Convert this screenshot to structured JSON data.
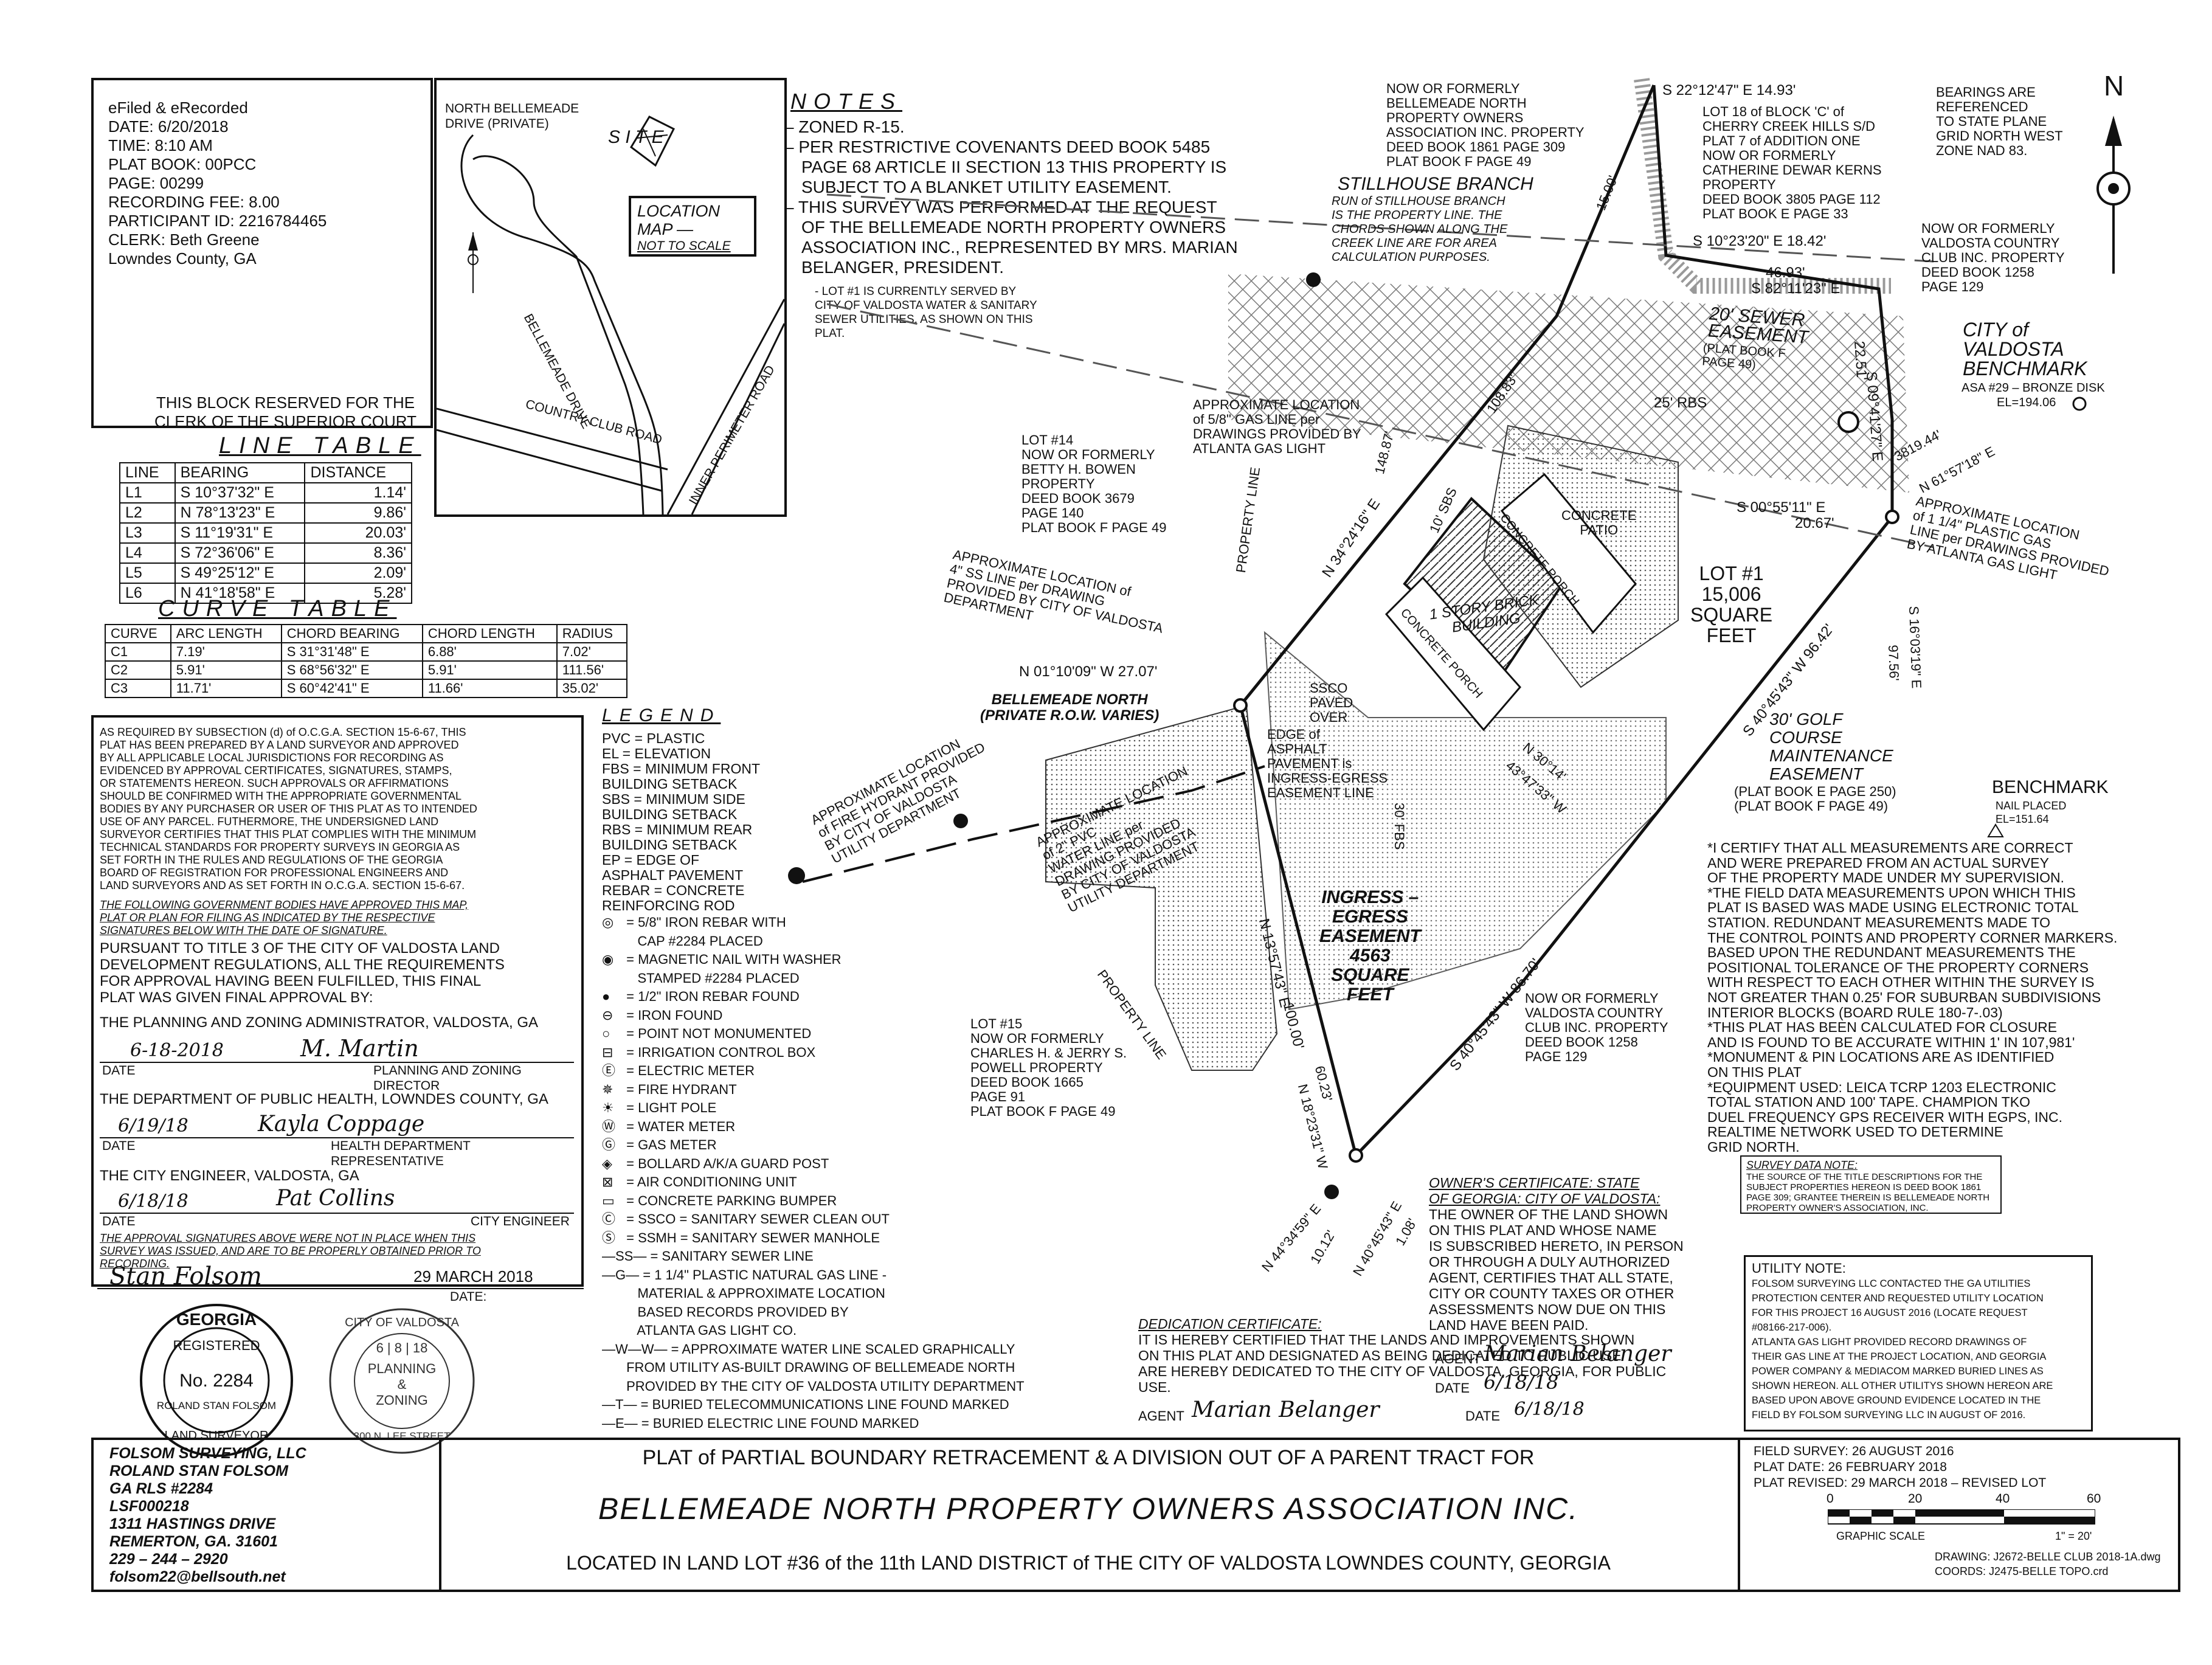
{
  "recording": {
    "lines": [
      "eFiled & eRecorded",
      "DATE: 6/20/2018",
      "TIME: 8:10 AM",
      "PLAT BOOK: 00PCC",
      "PAGE: 00299",
      "RECORDING FEE: 8.00",
      "PARTICIPANT ID: 2216784465",
      "CLERK: Beth Greene",
      "Lowndes County, GA"
    ],
    "reserved_note": [
      "THIS BLOCK RESERVED FOR THE",
      "CLERK OF THE SUPERIOR COURT"
    ]
  },
  "location_map": {
    "north_bellemeade": [
      "NORTH BELLEMEADE",
      "DRIVE (PRIVATE)"
    ],
    "site_label": "S I T E",
    "title": [
      "LOCATION",
      "MAP —"
    ],
    "not_to_scale": "NOT TO SCALE",
    "bellemeade_drive": "BELLEMEADE DRIVE",
    "country_club_road": "COUNTRY CLUB ROAD",
    "inner_perimeter_road": "INNER PERIMETER ROAD"
  },
  "line_table": {
    "title": "LINE TABLE",
    "headers": [
      "LINE",
      "BEARING",
      "DISTANCE"
    ],
    "rows": [
      [
        "L1",
        "S 10°37'32\" E",
        "1.14'"
      ],
      [
        "L2",
        "N 78°13'23\" E",
        "9.86'"
      ],
      [
        "L3",
        "S 11°19'31\" E",
        "20.03'"
      ],
      [
        "L4",
        "S 72°36'06\" E",
        "8.36'"
      ],
      [
        "L5",
        "S 49°25'12\" E",
        "2.09'"
      ],
      [
        "L6",
        "N 41°18'58\" E",
        "5.28'"
      ]
    ]
  },
  "curve_table": {
    "title": "CURVE TABLE",
    "headers": [
      "CURVE",
      "ARC LENGTH",
      "CHORD BEARING",
      "CHORD LENGTH",
      "RADIUS"
    ],
    "rows": [
      [
        "C1",
        "7.19'",
        "S 31°31'48\" E",
        "6.88'",
        "7.02'"
      ],
      [
        "C2",
        "5.91'",
        "S 68°56'32\" E",
        "5.91'",
        "111.56'"
      ],
      [
        "C3",
        "11.71'",
        "S 60°42'41\" E",
        "11.66'",
        "35.02'"
      ]
    ]
  },
  "certification": {
    "statement": [
      "AS REQUIRED BY SUBSECTION (d) of O.C.G.A. SECTION 15-6-67, THIS",
      "PLAT HAS BEEN PREPARED BY A LAND SURVEYOR AND APPROVED",
      "BY ALL APPLICABLE LOCAL JURISDICTIONS FOR RECORDING AS",
      "EVIDENCED BY APPROVAL CERTIFICATES, SIGNATURES, STAMPS,",
      "OR STATEMENTS HEREON. SUCH APPROVALS OR AFFIRMATIONS",
      "SHOULD BE CONFIRMED WITH THE APPROPRIATE GOVERNMENTAL",
      "BODIES BY ANY PURCHASER OR USER OF THIS PLAT AS TO INTENDED",
      "USE OF ANY PARCEL. FUTHERMORE, THE UNDERSIGNED LAND",
      "SURVEYOR CERTIFIES THAT THIS PLAT COMPLIES WITH THE MINIMUM",
      "TECHNICAL STANDARDS FOR PROPERTY SURVEYS IN GEORGIA AS",
      "SET FORTH IN THE RULES AND REGULATIONS OF THE GEORGIA",
      "BOARD OF REGISTRATION FOR PROFESSIONAL ENGINEERS AND",
      "LAND SURVEYORS AND AS SET FORTH IN O.C.G.A. SECTION 15-6-67."
    ],
    "bodies_note": [
      "THE FOLLOWING GOVERNMENT BODIES HAVE APPROVED THIS MAP,",
      "PLAT OR PLAN FOR FILING AS INDICATED BY THE RESPECTIVE",
      "SIGNATURES BELOW WITH THE DATE OF SIGNATURE."
    ],
    "pursuant": [
      "PURSUANT TO TITLE 3 OF THE CITY OF VALDOSTA LAND",
      "DEVELOPMENT REGULATIONS, ALL THE REQUIREMENTS",
      "FOR APPROVAL HAVING BEEN FULFILLED, THIS FINAL",
      "PLAT WAS GIVEN FINAL APPROVAL BY:"
    ],
    "planning_admin": "THE PLANNING AND ZONING ADMINISTRATOR, VALDOSTA, GA",
    "planning_date": "6-18-2018",
    "planning_sig": "M. Martin",
    "date_label": "DATE",
    "planning_title": "PLANNING AND ZONING DIRECTOR",
    "health_dept": "THE DEPARTMENT OF PUBLIC HEALTH, LOWNDES COUNTY, GA",
    "health_date": "6/19/18",
    "health_sig": "Kayla Coppage",
    "health_title": "HEALTH DEPARTMENT REPRESENTATIVE",
    "city_engineer": "THE CITY ENGINEER, VALDOSTA, GA",
    "engineer_date": "6/18/18",
    "engineer_sig": "Pat Collins",
    "engineer_title": "CITY ENGINEER",
    "not_in_place": [
      "THE APPROVAL SIGNATURES ABOVE WERE NOT IN PLACE WHEN THIS",
      "SURVEY WAS ISSUED, AND ARE TO BE PROPERLY OBTAINED PRIOR TO",
      "RECORDING."
    ],
    "surveyor_sig": "Stan Folsom",
    "surveyor_date": "29 MARCH 2018",
    "surveyor_date_label": "DATE:"
  },
  "seals": {
    "georgia": {
      "top": "GEORGIA",
      "mid": "REGISTERED",
      "no": "No. 2284",
      "ring": "ROLAND STAN FOLSOM",
      "bottom": "LAND SURVEYOR"
    },
    "valdosta": {
      "top": "CITY OF VALDOSTA",
      "date": "6 | 8 | 18",
      "mid1": "PLANNING",
      "mid2": "&",
      "mid3": "ZONING",
      "bottom": "300 N. LEE STREET"
    }
  },
  "notes": {
    "title": "NOTES",
    "items": [
      [
        "– ZONED R-15."
      ],
      [
        "– PER RESTRICTIVE COVENANTS DEED BOOK 5485",
        "PAGE 68 ARTICLE II SECTION 13 THIS PROPERTY IS",
        "SUBJECT TO A BLANKET UTILITY EASEMENT."
      ],
      [
        "– THIS SURVEY WAS PERFORMED AT THE REQUEST",
        "OF THE BELLEMEADE NORTH PROPERTY OWNERS",
        "ASSOCIATION INC., REPRESENTED BY MRS. MARIAN",
        "BELANGER, PRESIDENT."
      ]
    ],
    "lot_note": [
      "- LOT #1 IS CURRENTLY SERVED BY",
      "CITY OF VALDOSTA WATER & SANITARY",
      "SEWER UTILITIES, AS SHOWN ON THIS",
      "PLAT."
    ]
  },
  "legend": {
    "title": "LEGEND",
    "items": [
      "PVC = PLASTIC",
      "EL = ELEVATION",
      "FBS = MINIMUM FRONT",
      "          BUILDING SETBACK",
      "SBS = MINIMUM SIDE",
      "          BUILDING SETBACK",
      "RBS = MINIMUM REAR",
      "          BUILDING SETBACK",
      "EP = EDGE OF",
      "     ASPHALT PAVEMENT",
      "REBAR = CONCRETE",
      "     REINFORCING ROD"
    ],
    "symbols": [
      [
        "◎",
        "= 5/8\" IRON REBAR WITH"
      ],
      [
        "",
        "   CAP #2284 PLACED"
      ],
      [
        "◉",
        "= MAGNETIC NAIL WITH WASHER"
      ],
      [
        "",
        "   STAMPED #2284 PLACED"
      ],
      [
        "●",
        "= 1/2\" IRON REBAR FOUND"
      ],
      [
        "⊖",
        "= IRON FOUND"
      ],
      [
        "○",
        "= POINT NOT MONUMENTED"
      ],
      [
        "⊟",
        "= IRRIGATION CONTROL BOX"
      ],
      [
        "Ⓔ",
        "= ELECTRIC METER"
      ],
      [
        "✵",
        "= FIRE HYDRANT"
      ],
      [
        "☀",
        "= LIGHT POLE"
      ],
      [
        "Ⓦ",
        "= WATER METER"
      ],
      [
        "Ⓖ",
        "= GAS METER"
      ],
      [
        "◈",
        "= BOLLARD A/K/A GUARD POST"
      ],
      [
        "⊠",
        "= AIR CONDITIONING UNIT"
      ],
      [
        "▭",
        "= CONCRETE PARKING BUMPER"
      ],
      [
        "Ⓒ",
        "= SSCO = SANITARY SEWER CLEAN OUT"
      ],
      [
        "Ⓢ",
        "= SSMH = SANITARY SEWER MANHOLE"
      ],
      [
        "—SS—",
        "= SANITARY SEWER LINE"
      ],
      [
        "—G—",
        "= 1 1/4\" PLASTIC NATURAL GAS LINE -"
      ],
      [
        "",
        "   MATERIAL & APPROXIMATE LOCATION"
      ],
      [
        "",
        "   BASED RECORDS PROVIDED BY"
      ],
      [
        "",
        "   ATLANTA GAS LIGHT CO."
      ],
      [
        "—W—W—",
        "= APPROXIMATE WATER LINE SCALED GRAPHICALLY"
      ],
      [
        "",
        "FROM UTILITY AS-BUILT DRAWING OF BELLEMEADE NORTH"
      ],
      [
        "",
        "PROVIDED BY THE CITY OF VALDOSTA UTILITY DEPARTMENT"
      ],
      [
        "—T—",
        "= BURIED TELECOMMUNICATIONS LINE FOUND MARKED"
      ],
      [
        "—E—",
        "= BURIED ELECTRIC LINE FOUND MARKED"
      ]
    ]
  },
  "plat": {
    "now_formerly_bn": [
      "NOW OR FORMERLY",
      "BELLEMEADE NORTH",
      "PROPERTY OWNERS",
      "ASSOCIATION INC. PROPERTY",
      "DEED BOOK 1861 PAGE 309",
      "PLAT BOOK F PAGE 49"
    ],
    "stillhouse_title": "STILLHOUSE BRANCH",
    "stillhouse_note": [
      "RUN of STILLHOUSE BRANCH",
      "IS THE PROPERTY LINE. THE",
      "CHORDS SHOWN ALONG THE",
      "CREEK LINE ARE FOR AREA",
      "CALCULATION PURPOSES."
    ],
    "lot18": [
      "LOT 18 of BLOCK 'C' of",
      "CHERRY CREEK HILLS S/D",
      "PLAT 7 of ADDITION ONE",
      "NOW OR FORMERLY",
      "CATHERINE DEWAR KERNS",
      "PROPERTY",
      "DEED BOOK 3805 PAGE 112",
      "PLAT BOOK E PAGE 33"
    ],
    "bearing_s2212": "S 22°12'47\" E   14.93'",
    "bearing_s1023": "S 10°23'20\" E   18.42'",
    "bearing_4693": "46.93'",
    "bearing_s8211": "S 82°11'23\" E",
    "bearings_ref": [
      "BEARINGS ARE",
      "REFERENCED",
      "TO STATE PLANE",
      "GRID NORTH WEST",
      "ZONE NAD 83."
    ],
    "north": "N",
    "vcc_top": [
      "NOW OR FORMERLY",
      "VALDOSTA COUNTRY",
      "CLUB INC. PROPERTY",
      "DEED BOOK 1258",
      "PAGE 129"
    ],
    "benchmark_city": [
      "CITY of",
      "VALDOSTA",
      "BENCHMARK"
    ],
    "benchmark_asa": "ASA #29 – BRONZE DISK",
    "benchmark_el": "EL=194.06",
    "sewer_easement": [
      "20' SEWER",
      "EASEMENT"
    ],
    "sewer_easement_ref": [
      "(PLAT BOOK F",
      "PAGE 49)"
    ],
    "rbs": "25' RBS",
    "s0941": "S 09°41'27\" E",
    "d2251": "22.51'",
    "gas_right": [
      "APPROXIMATE LOCATION",
      "of 1 1/4\" PLASTIC GAS",
      "LINE per DRAWINGS PROVIDED",
      "BY ATLANTA GAS LIGHT"
    ],
    "d3819": "3819.44'",
    "n6157": "N 61°57'18\" E",
    "s0055": "S 00°55'11\" E",
    "d2067": "20.67'",
    "lot1": [
      "LOT #1",
      "15,006",
      "SQUARE",
      "FEET"
    ],
    "s1603": "S 16°03'19\" E",
    "d9756": "97.56'",
    "golf_easement": [
      "30' GOLF",
      "COURSE",
      "MAINTENANCE",
      "EASEMENT"
    ],
    "golf_ref": [
      "(PLAT BOOK E PAGE 250)",
      "(PLAT BOOK F PAGE 49)"
    ],
    "benchmark": "BENCHMARK",
    "benchmark_nail": [
      "NAIL PLACED",
      "EL=151.64"
    ],
    "gas_left": [
      "APPROXIMATE LOCATION",
      "of 5/8\" GAS LINE per",
      "DRAWINGS PROVIDED BY",
      "ATLANTA GAS LIGHT"
    ],
    "lot14": [
      "LOT #14",
      "NOW OR FORMERLY",
      "BETTY H. BOWEN",
      "PROPERTY",
      "DEED BOOK 3679",
      "PAGE 140",
      "PLAT BOOK F PAGE 49"
    ],
    "d14887": "148.87'",
    "d10883": "108.83'",
    "n3424": "N 34°24'16\" E",
    "d1500": "15.00'",
    "sbs": "10' SBS",
    "concrete_patio": [
      "CONCRETE",
      "PATIO"
    ],
    "concrete_porch": "CONCRETE PORCH",
    "building": [
      "1 STORY BRICK",
      "BUILDING"
    ],
    "property_line": "PROPERTY LINE",
    "ss_line": [
      "APPROXIMATE LOCATION of",
      "4\" SS LINE per DRAWING",
      "PROVIDED BY CITY OF VALDOSTA",
      "DEPARTMENT"
    ],
    "n0110": "N 01°10'09\" W   27.07'",
    "bellemeade_north": [
      "BELLEMEADE NORTH",
      "(PRIVATE R.O.W. VARIES)"
    ],
    "ssco_paved": [
      "SSCO",
      "PAVED",
      "OVER"
    ],
    "edge_asphalt": [
      "EDGE of",
      "ASPHALT",
      "PAVEMENT is",
      "INGRESS-EGRESS",
      "EASEMENT LINE"
    ],
    "fire_hydrant": [
      "APPROXIMATE LOCATION",
      "of FIRE HYDRANT PROVIDED",
      "BY CITY OF VALDOSTA",
      "UTILITY DEPARTMENT"
    ],
    "pvc_water": [
      "APPROXIMATE LOCATION",
      "of 2\" PVC",
      "WATER LINE per",
      "DRAWING PROVIDED",
      "BY CITY OF VALDOSTA",
      "UTILITY DEPARTMENT"
    ],
    "n1357": "N 13°57'43\" E",
    "d10000": "100.00'",
    "ingress": [
      "INGRESS –",
      "EGRESS",
      "EASEMENT",
      "4563",
      "SQUARE",
      "FEET"
    ],
    "n3014": "N 30°14'",
    "d4347": "43°47'33\" W",
    "s4045_upper": "S 40°45'43\" W  96.42'",
    "s4045_lower": "S 40°45'43\" W  86.70'",
    "fbs": "30' FBS",
    "lot15": [
      "LOT #15",
      "NOW OR FORMERLY",
      "CHARLES H. & JERRY S.",
      "POWELL PROPERTY",
      "DEED BOOK 1665",
      "PAGE 91",
      "PLAT BOOK F PAGE 49"
    ],
    "property_line2": "PROPERTY LINE",
    "d6023": "60.23'",
    "n1823": "N 18°23'31\" W",
    "vcc_bottom": [
      "NOW OR FORMERLY",
      "VALDOSTA COUNTRY",
      "CLUB INC. PROPERTY",
      "DEED BOOK 1258",
      "PAGE 129"
    ],
    "n4434": "N 44°34'59\" E",
    "d1012": "10.12'",
    "n4045": "N 40°45'43\" E",
    "d108": "1.08'"
  },
  "certify": [
    "*I CERTIFY THAT ALL MEASUREMENTS ARE CORRECT",
    "AND WERE PREPARED FROM AN ACTUAL SURVEY",
    "OF THE PROPERTY MADE UNDER MY SUPERVISION.",
    "*THE FIELD DATA MEASUREMENTS UPON WHICH THIS",
    "PLAT IS BASED WAS MADE USING ELECTRONIC TOTAL",
    "STATION. REDUNDANT MEASUREMENTS MADE TO",
    "THE CONTROL POINTS AND PROPERTY CORNER MARKERS.",
    "BASED UPON THE REDUNDANT MEASUREMENTS THE",
    "POSITIONAL TOLERANCE OF THE PROPERTY CORNERS",
    "WITH RESPECT TO EACH OTHER WITHIN THE SURVEY IS",
    "NOT GREATER THAN 0.25' FOR SUBURBAN SUBDIVISIONS",
    "INTERIOR BLOCKS (BOARD RULE 180-7-.03)",
    "*THIS PLAT HAS BEEN CALCULATED FOR CLOSURE",
    "AND IS FOUND TO BE ACCURATE WITHIN 1' IN 107,981'",
    "*MONUMENT & PIN LOCATIONS ARE AS IDENTIFIED",
    "ON THIS PLAT",
    "*EQUIPMENT USED: LEICA TCRP 1203 ELECTRONIC",
    "TOTAL STATION AND 100' TAPE. CHAMPION TKO",
    "DUEL FREQUENCY GPS RECEIVER WITH EGPS, INC.",
    "REALTIME NETWORK USED TO DETERMINE",
    "GRID NORTH."
  ],
  "survey_data": {
    "title": "SURVEY DATA NOTE:",
    "lines": [
      "THE SOURCE OF THE TITLE DESCRIPTIONS FOR THE",
      "SUBJECT PROPERTIES HEREON IS DEED BOOK 1861",
      "PAGE 309; GRANTEE THEREIN IS BELLEMEADE NORTH",
      "PROPERTY OWNER'S ASSOCIATION, INC."
    ]
  },
  "owner_cert": {
    "title": "OWNER'S CERTIFICATE: STATE",
    "title2": "OF GEORGIA: CITY OF VALDOSTA:",
    "lines": [
      "THE OWNER OF THE LAND SHOWN",
      "ON THIS PLAT AND WHOSE NAME",
      "IS SUBSCRIBED HERETO, IN PERSON",
      "OR THROUGH A DULY AUTHORIZED",
      "AGENT, CERTIFIES THAT ALL STATE,",
      "CITY OR COUNTY TAXES OR OTHER",
      "ASSESSMENTS NOW DUE ON THIS",
      "LAND HAVE BEEN PAID."
    ],
    "agent_label": "AGENT",
    "agent_sig": "Marian Belanger",
    "date_label": "DATE",
    "date": "6/18/18"
  },
  "utility": {
    "title": "UTILITY NOTE:",
    "lines": [
      "FOLSOM SURVEYING LLC CONTACTED THE GA UTILITIES",
      "PROTECTION CENTER AND REQUESTED UTILITY LOCATION",
      "FOR THIS PROJECT 16 AUGUST 2016 (LOCATE REQUEST",
      "#08166-217-006).",
      "ATLANTA GAS LIGHT PROVIDED RECORD DRAWINGS OF",
      "THEIR GAS LINE AT THE PROJECT LOCATION, AND GEORGIA",
      "POWER COMPANY & MEDIACOM MARKED BURIED LINES AS",
      "SHOWN HEREON. ALL OTHER UTILITYS SHOWN HEREON ARE",
      "BASED UPON ABOVE GROUND EVIDENCE LOCATED IN THE",
      "FIELD BY FOLSOM SURVEYING LLC IN AUGUST OF 2016."
    ]
  },
  "dedication": {
    "title": "DEDICATION CERTIFICATE:",
    "lines": [
      "IT IS HEREBY CERTIFIED THAT THE LANDS AND IMPROVEMENTS SHOWN",
      "ON THIS PLAT AND DESIGNATED AS BEING DEDICATED TO PUBLIC USE",
      "ARE HEREBY DEDICATED TO THE CITY OF VALDOSTA, GEORGIA, FOR PUBLIC",
      "USE."
    ],
    "agent_label": "AGENT",
    "agent_sig": "Marian Belanger",
    "date_label": "DATE",
    "date": "6/18/18"
  },
  "title_block": {
    "company": [
      "FOLSOM SURVEYING, LLC",
      "ROLAND STAN FOLSOM",
      "GA RLS #2284",
      "LSF000218",
      "1311 HASTINGS DRIVE",
      "REMERTON, GA. 31601",
      "229 – 244 – 2920",
      "folsom22@bellsouth.net"
    ],
    "line1": "PLAT of PARTIAL BOUNDARY RETRACEMENT & A DIVISION OUT OF A PARENT TRACT FOR",
    "line2": "BELLEMEADE NORTH PROPERTY OWNERS ASSOCIATION INC.",
    "line3": "LOCATED IN LAND LOT #36 of the 11th LAND DISTRICT of THE CITY OF VALDOSTA LOWNDES COUNTY, GEORGIA",
    "field_survey": "FIELD SURVEY: 26 AUGUST 2016",
    "plat_date": "PLAT DATE: 26 FEBRUARY 2018",
    "plat_revised": "PLAT REVISED: 29 MARCH 2018 – REVISED LOT",
    "scale_ticks": [
      "0",
      "20",
      "40",
      "60"
    ],
    "graphic_scale": "GRAPHIC SCALE",
    "scale_ratio": "1\" = 20'",
    "drawing": "DRAWING: J2672-BELLE CLUB 2018-1A.dwg",
    "coords": "COORDS: J2475-BELLE TOPO.crd"
  }
}
